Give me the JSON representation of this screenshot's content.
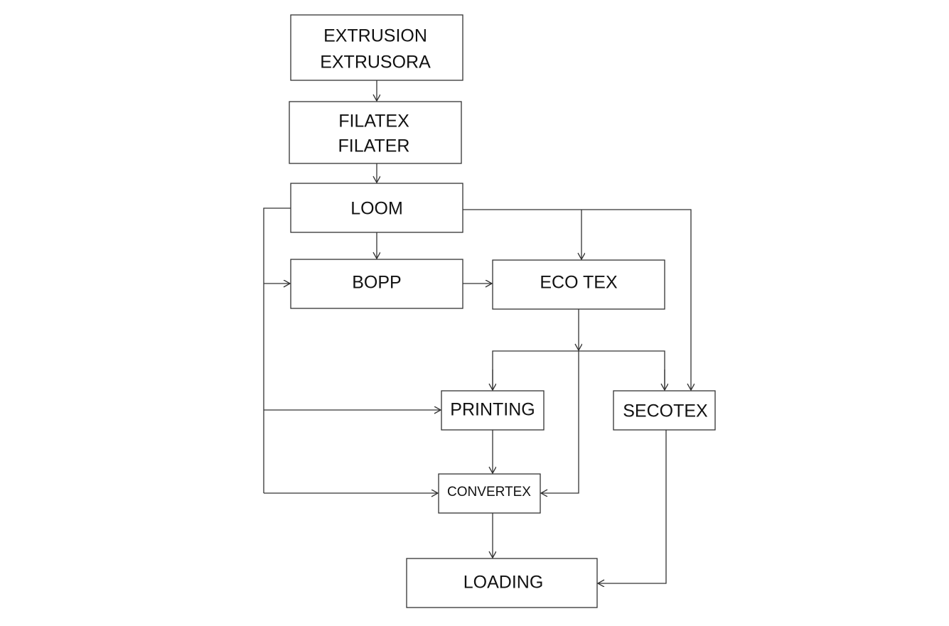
{
  "nodes": {
    "extrusion": {
      "line1": "EXTRUSION",
      "line2": "EXTRUSORA"
    },
    "filatex": {
      "line1": "FILATEX",
      "line2": "FILATER"
    },
    "loom": {
      "label": "LOOM"
    },
    "bopp": {
      "label": "BOPP"
    },
    "ecotex": {
      "label": "ECO TEX"
    },
    "printing": {
      "label": "PRINTING"
    },
    "secotex": {
      "label": "SECOTEX"
    },
    "convertex": {
      "label": "CONVERTEX"
    },
    "loading": {
      "label": "LOADING"
    }
  },
  "edges": [
    [
      "extrusion",
      "filatex"
    ],
    [
      "filatex",
      "loom"
    ],
    [
      "loom",
      "bopp"
    ],
    [
      "loom",
      "ecotex"
    ],
    [
      "loom",
      "secotex"
    ],
    [
      "loom",
      "printing"
    ],
    [
      "loom",
      "convertex"
    ],
    [
      "bopp",
      "ecotex"
    ],
    [
      "ecotex",
      "printing"
    ],
    [
      "ecotex",
      "secotex"
    ],
    [
      "ecotex",
      "convertex"
    ],
    [
      "printing",
      "convertex"
    ],
    [
      "convertex",
      "loading"
    ],
    [
      "secotex",
      "loading"
    ]
  ]
}
